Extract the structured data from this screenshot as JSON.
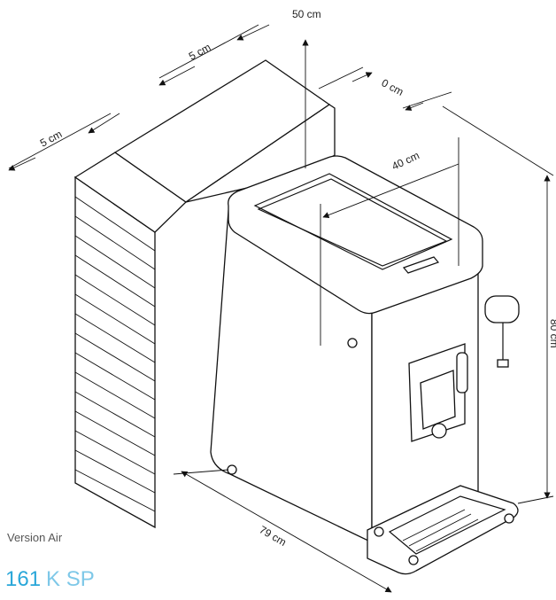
{
  "dimensions": {
    "top_clearance": "50 cm",
    "back_wall_gap": "5 cm",
    "side_wall_gap": "5 cm",
    "right_clearance": "0 cm",
    "depth": "40 cm",
    "width": "79 cm",
    "height_partial": "80 cm"
  },
  "caption": {
    "variant": "Version Air",
    "model_number": "161",
    "model_suffix": "K SP"
  },
  "colors": {
    "model_number": "#2aa7d9",
    "model_suffix": "#7ec8e8",
    "caption_gray": "#555555"
  }
}
